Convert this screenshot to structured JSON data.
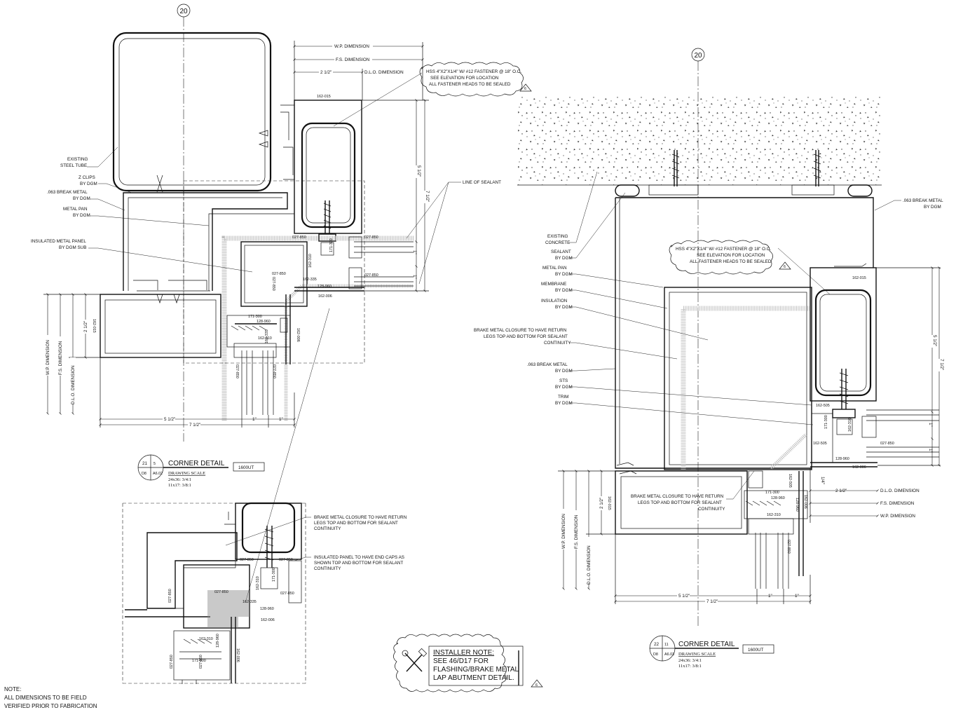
{
  "grid_bubbles": [
    "20",
    "20"
  ],
  "detail21": {
    "num": "21",
    "sheet_ref": "5",
    "corner_left": "D8",
    "corner_right": "A6.02",
    "title": "CORNER DETAIL",
    "tag": "1600UT",
    "scale_label": "DRAWING SCALE",
    "scale_1": "24x36: 3/4:1",
    "scale_2": "11x17: 3/8:1",
    "dims_top": [
      "W.P. DIMENSION",
      "F.S. DIMENSION",
      "2 1/2\"",
      "D.L.O. DIMENSION"
    ],
    "dims_left": [
      "W.P. DIMENSION",
      "F.S. DIMENSION",
      "D.L.O. DIMENSION",
      "2 1/2\""
    ],
    "dims_bottom": [
      "5 1/2\"",
      "1\"",
      "1\"",
      "7 1/2\""
    ],
    "dims_right": [
      "5 1/2\"",
      "7 1/2\"",
      "1\"",
      "1\""
    ],
    "labels": [
      "EXISTING",
      "STEEL TUBE",
      "Z CLIPS",
      "BY DGM",
      ".063 BREAK METAL",
      "BY DGM",
      "METAL PAN",
      "BY DGM",
      "INSULATED METAL PANEL",
      "BY DGM SUB",
      "LINE OF SEALANT"
    ],
    "hss_note": [
      "HSS 4\"X2\"X1/4\" W/ #12 FASTENER @ 18\" O.C.",
      "SEE ELEVATION FOR LOCATION",
      "ALL FASTENER HEADS TO BE SEALED"
    ],
    "revision": "6",
    "parts": [
      "162-015",
      "027-850",
      "027-850",
      "027-850",
      "171-300",
      "162-310",
      "162-335",
      "128-960",
      "162-006",
      "162-015",
      "027-850",
      "171-300",
      "128-960",
      "162-335",
      "162-310",
      "162-006",
      "027-850",
      "027-850"
    ]
  },
  "enlarged": {
    "notes": [
      [
        "BRAKE METAL CLOSURE TO HAVE RETURN",
        "LEGS TOP AND BOTTOM FOR SEALANT",
        "CONTINUITY"
      ],
      [
        "INSULATED PANEL TO HAVE END CAPS AS",
        "SHOWN TOP AND BOTTOM FOR SEALANT",
        "CONTINUITY"
      ]
    ],
    "parts": [
      "027-850",
      "027-850",
      "171-300",
      "162-310",
      "027-850",
      "162-335",
      "128-960",
      "162-006",
      "162-310",
      "128-960",
      "171-300",
      "162-006",
      "027-850",
      "027-850"
    ]
  },
  "installer_note": [
    "INSTALLER NOTE:",
    "SEE 46/D17 FOR",
    "FLASHING/BRAKE METAL",
    "LAP ABUTMENT DETAIL."
  ],
  "installer_revision": "6",
  "general_note": [
    "NOTE:",
    "ALL DIMENSIONS TO BE FIELD",
    "VERIFIED PRIOR TO FABRICATION"
  ],
  "detail22": {
    "num": "22",
    "sheet_ref": "11",
    "corner_left": "D8",
    "corner_right": "A6.03",
    "title": "CORNER DETAIL",
    "tag": "1600UT",
    "scale_label": "DRAWING SCALE",
    "scale_1": "24x36: 3/4:1",
    "scale_2": "11x17: 3/8:1",
    "labels_left": [
      "EXISTING",
      "CONCRETE",
      "SEALANT",
      "BY DGM",
      "METAL PAN",
      "BY DGM",
      "MEMBRANE",
      "BY DGM",
      "INSULATION",
      "BY DGM",
      "BRAKE METAL CLOSURE TO HAVE RETURN",
      "LEGS TOP AND BOTTOM FOR SEALANT",
      "CONTINUITY",
      ".063 BREAK METAL",
      "BY DGM",
      "STS",
      "BY DGM",
      "TRIM",
      "BY DGM"
    ],
    "label_right": [
      ".063 BREAK METAL",
      "BY DGM"
    ],
    "hss_note": [
      "HSS 4\"X2\"X1/4\" W/ #12 FASTENER @ 18\" O.C.",
      "SEE ELEVATION FOR LOCATION",
      "ALL FASTENER HEADS TO BE SEALED"
    ],
    "revision": "6",
    "closure_note": [
      "BRAKE METAL CLOSURE TO HAVE RETURN",
      "LEGS TOP AND BOTTOM FOR SEALANT",
      "CONTINUITY"
    ],
    "dims_right": [
      "5 1/2\"",
      "7 1/2\"",
      "1\"",
      "1\""
    ],
    "dims_low": [
      "1/4\"",
      "2 1/2\"",
      "D.L.O. DIMENSION",
      "F.S. DIMENSION",
      "W.P. DIMENSION"
    ],
    "dims_left": [
      "W.P. DIMENSION",
      "F.S. DIMENSION",
      "D.L.O. DIMENSION",
      "2 1/2\""
    ],
    "dims_bottom": [
      "5 1/2\"",
      "1\"",
      "1\"",
      "7 1/2\""
    ],
    "parts": [
      "162-015",
      "162-505",
      "171-300",
      "162-310",
      "027-850",
      "128-960",
      "162-006",
      "162-015",
      "162-505",
      "171-300",
      "128-960",
      "162-310",
      "162-006",
      "027-850"
    ]
  }
}
